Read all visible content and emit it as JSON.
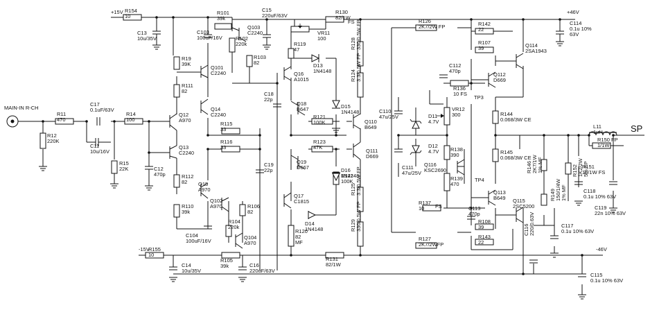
{
  "rails": {
    "pos15": "+15V",
    "neg15": "-15V",
    "pos46": "+46V",
    "neg46": "-46V",
    "input": "MAIN-IN R-CH",
    "output": "SP",
    "fs1": "FS",
    "fs2": "FS"
  },
  "parts": {
    "R154": [
      "R154",
      "10"
    ],
    "C13": [
      "C13",
      "10u/35V"
    ],
    "R101": [
      "R101",
      "39k"
    ],
    "C103": [
      "C103",
      "100uF/16V"
    ],
    "Q103": [
      "Q103",
      "C2240"
    ],
    "R102": [
      "R102",
      "220k"
    ],
    "C15": [
      "C15",
      "220uF/63V"
    ],
    "R130": [
      "R130",
      "82/1W"
    ],
    "VR11": [
      "VR11",
      "100"
    ],
    "R119": [
      "R119",
      "47"
    ],
    "D13": [
      "D13",
      "1N4148"
    ],
    "R103": [
      "R103",
      "82"
    ],
    "R19": [
      "R19",
      "39K"
    ],
    "Q101": [
      "Q101",
      "C2240"
    ],
    "R111": [
      "R111",
      "82"
    ],
    "Q16": [
      "Q16",
      "A1015"
    ],
    "C18": [
      "C18",
      "22p"
    ],
    "Q14": [
      "Q14",
      "C2240"
    ],
    "Q18": [
      "Q18",
      "B647"
    ],
    "D15": [
      "D15",
      "1N4148"
    ],
    "R121": [
      "R121",
      "100K"
    ],
    "R11": [
      "R11",
      "470"
    ],
    "C17": [
      "C17",
      "0.1uF/63V"
    ],
    "R14": [
      "R14",
      "100"
    ],
    "Q12": [
      "Q12",
      "A970"
    ],
    "R12": [
      "R12",
      "220K"
    ],
    "C11": [
      "C11",
      "10u/16V"
    ],
    "R115": [
      "R115",
      "33"
    ],
    "R116": [
      "R116",
      "33"
    ],
    "R15": [
      "R15",
      "22K"
    ],
    "Q13": [
      "Q13",
      "C2240"
    ],
    "C12": [
      "C12",
      "470p"
    ],
    "R112": [
      "R112",
      "82"
    ],
    "Q15": [
      "Q15",
      "A970"
    ],
    "C19": [
      "C19",
      "22p"
    ],
    "R123": [
      "R123",
      "47K"
    ],
    "Q19": [
      "Q19",
      "D667"
    ],
    "R122": [
      "R122",
      "100K"
    ],
    "D16": [
      "D16",
      "1N4148"
    ],
    "Q102": [
      "Q102",
      "A970"
    ],
    "R110": [
      "R110",
      "39k"
    ],
    "R106": [
      "R106",
      "82"
    ],
    "Q17": [
      "Q17",
      "C1815"
    ],
    "R104": [
      "R104",
      "220k"
    ],
    "D14": [
      "D14",
      "1N4148"
    ],
    "C104": [
      "C104",
      "100uF/16V"
    ],
    "Q104": [
      "Q104",
      "A970"
    ],
    "R120": [
      "R120",
      "82",
      "MF"
    ],
    "R155": [
      "R155",
      "10"
    ],
    "R105": [
      "R105",
      "39k"
    ],
    "C14": [
      "C14",
      "10u/35V"
    ],
    "C16": [
      "C16",
      "220uF/63V"
    ],
    "R131": [
      "R131",
      "82/1W"
    ],
    "R126": [
      "R126",
      "2K7/2W FP"
    ],
    "R128": [
      "R128",
      "330/0.5W FP"
    ],
    "R124": [
      "R124",
      "3.3/0.5W FP"
    ],
    "Q110": [
      "Q110",
      "B649"
    ],
    "Q111": [
      "Q111",
      "D669"
    ],
    "R125": [
      "R125",
      "3.3/0.5W FP"
    ],
    "R129": [
      "R129",
      "330/0.5W FP"
    ],
    "R127": [
      "R127",
      "2K7/2WFP"
    ],
    "R137": [
      "R137",
      "10"
    ],
    "C110": [
      "C110",
      "47u/25V"
    ],
    "D11": [
      "D11",
      "4.7V"
    ],
    "D12": [
      "D12",
      "4.7V"
    ],
    "C111": [
      "C111",
      "47u/25V"
    ],
    "Q116": [
      "Q116",
      "KSC2690"
    ],
    "VR12": [
      "VR12",
      "300"
    ],
    "R138": [
      "R138",
      "390"
    ],
    "R139": [
      "R139",
      "470"
    ],
    "C112": [
      "C112",
      "470p"
    ],
    "R136": [
      "R136",
      "10 FS"
    ],
    "C113": [
      "C113",
      "470p"
    ],
    "R142": [
      "R142",
      "22"
    ],
    "R107": [
      "R107",
      "39"
    ],
    "R108": [
      "R108",
      "39"
    ],
    "R143": [
      "R143",
      "22"
    ],
    "Q112": [
      "Q112",
      "D669"
    ],
    "Q113": [
      "Q113",
      "B649"
    ],
    "Q114": [
      "Q114",
      "2SA1943"
    ],
    "Q115": [
      "Q115",
      "2SC5200"
    ],
    "TP3": [
      "TP3"
    ],
    "TP4": [
      "TP4"
    ],
    "R144": [
      "R144",
      "0.068/3W CE"
    ],
    "R145": [
      "R145",
      "0.068/3W CE"
    ],
    "C114": [
      "C114",
      "0.1u 10%",
      "63V"
    ],
    "C115": [
      "C115",
      "0.1u 10% 63V"
    ],
    "L11": [
      "L11",
      "1uH"
    ],
    "R150": [
      "R150 FP",
      "1/1W"
    ],
    "R151": [
      "R151",
      "10/1W FS"
    ],
    "R146": [
      "R146",
      "2K7/1W",
      "1% MF"
    ],
    "R149": [
      "R149",
      "150/1/4W",
      "1% MF"
    ],
    "C116": [
      "C116",
      "220/0.63V"
    ],
    "C117": [
      "C117",
      "0.1u 10% 63V"
    ],
    "R152": [
      "R152",
      "1K2/2W",
      "5% FP"
    ],
    "C118": [
      "C118",
      "0.1u 10% 63V"
    ],
    "C119": [
      "C119",
      "22n 10% 63V"
    ]
  }
}
